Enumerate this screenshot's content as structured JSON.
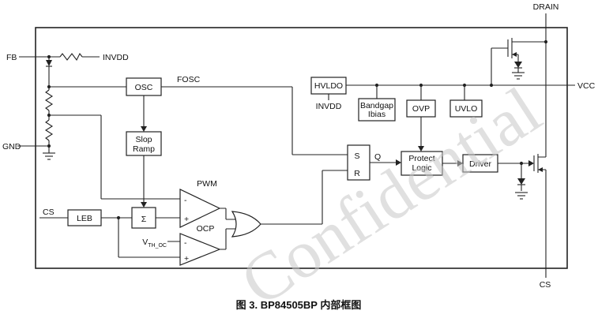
{
  "figure": {
    "caption": "图 3. BP84505BP 内部框图",
    "watermark": "Confidential"
  },
  "pins": {
    "fb": "FB",
    "gnd": "GND",
    "cs_input": "CS",
    "drain": "DRAIN",
    "vcc": "VCC",
    "cs_sense": "CS"
  },
  "blocks": {
    "osc": "OSC",
    "slop_ramp": {
      "line1": "Slop",
      "line2": "Ramp"
    },
    "leb": "LEB",
    "summer": "Σ",
    "hvldo": "HVLDO",
    "bandgap": {
      "line1": "Bandgap",
      "line2": "Ibias"
    },
    "ovp": "OVP",
    "uvlo": "UVLO",
    "sr_latch": {
      "s": "S",
      "r": "R",
      "q": "Q"
    },
    "protect_logic": {
      "line1": "Protect",
      "line2": "Logic"
    },
    "driver": "Driver"
  },
  "labels": {
    "invdd_pullup": "INVDD",
    "fosc": "FOSC",
    "invdd_ldo": "INVDD",
    "pwm": "PWM",
    "ocp": "OCP",
    "vth_base": "V",
    "vth_sub": "TH_OC",
    "pwm_plus": "+",
    "pwm_minus": "-",
    "ocp_plus": "+",
    "ocp_minus": "-"
  },
  "colors": {
    "line": "#222222",
    "text": "#111111",
    "watermark": "#c8c8c8",
    "background": "#ffffff"
  }
}
